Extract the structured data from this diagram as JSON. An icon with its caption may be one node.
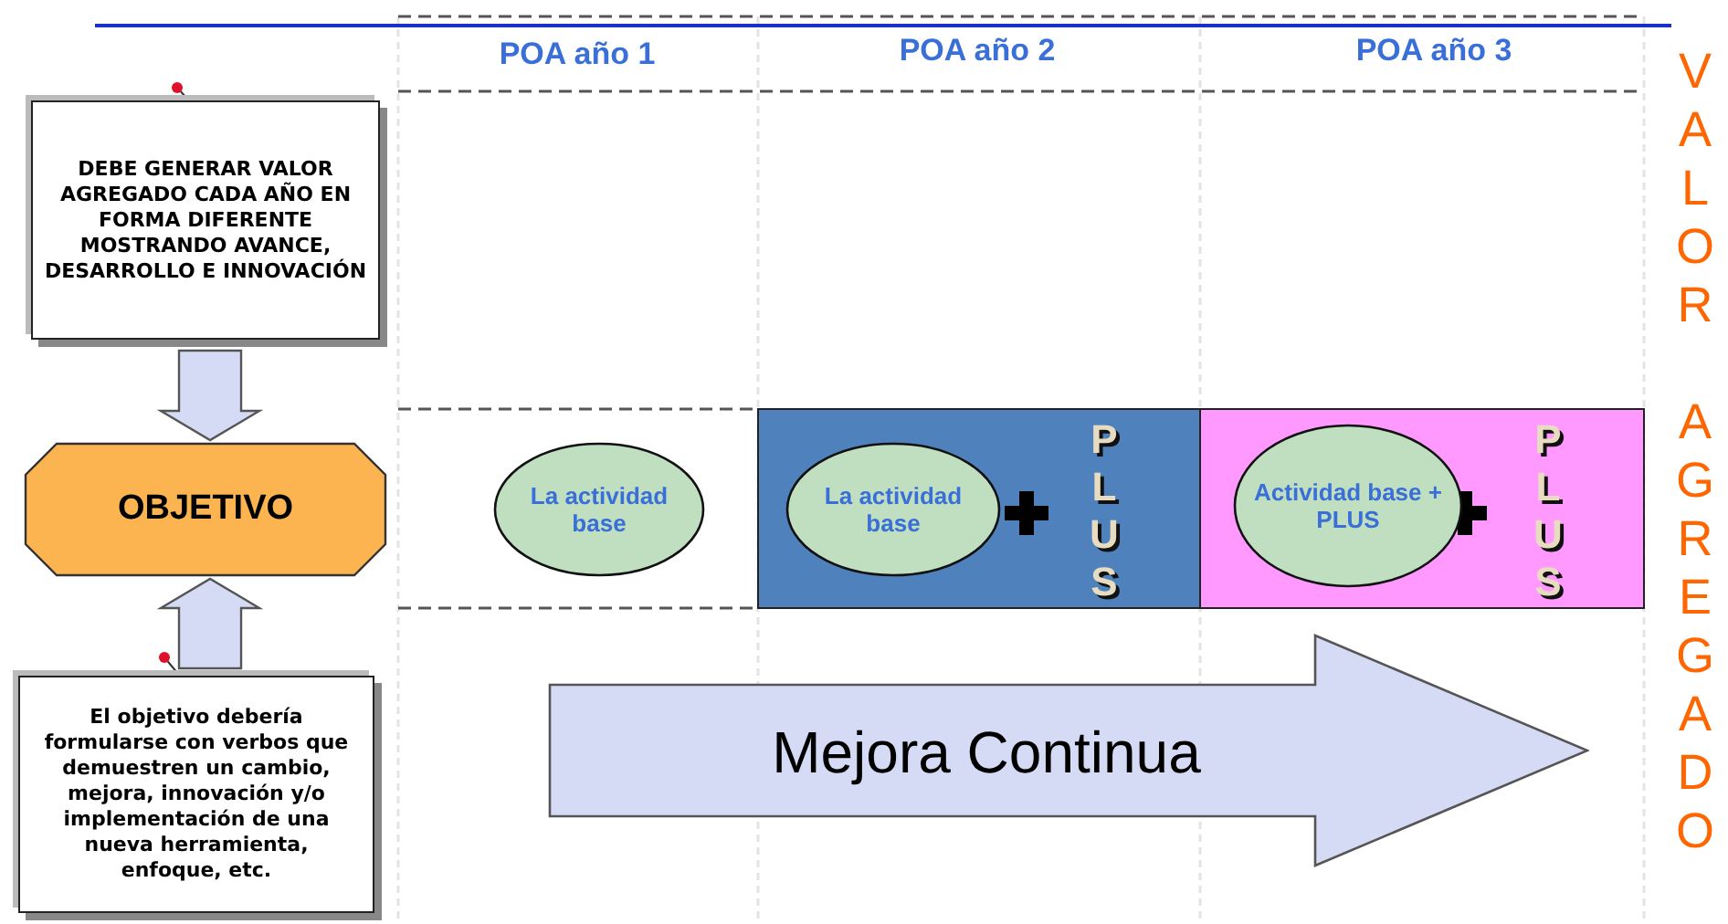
{
  "diagram": {
    "nodes": [
      {
        "text": [
          "DEBE GENERAR VALOR AGREGADO CADA AÑO EN FORMA DIFERENTE MOSTRANDO AVANCE, DESARROLLO E INNOVACIÓN"
        ]
      },
      {
        "text": [
          "OBJETIVO"
        ]
      },
      {
        "text": [
          "El objetivo debería formularse con verbos que demuestren un cambio, mejora, innovación y/o implementación de una nueva herramienta, enfoque, etc."
        ]
      },
      {
        "text": [
          "La actividad base"
        ]
      },
      {
        "text": [
          "La actividad base"
        ]
      },
      {
        "text": [
          "Actividad base + PLUS"
        ]
      },
      {
        "text": [
          "Mejora Continua"
        ]
      }
    ],
    "edges": [
      {
        "from": 0,
        "to": 1,
        "arrow": "to"
      },
      {
        "from": 2,
        "to": 1,
        "arrow": "to"
      }
    ],
    "labels": [
      "POA año 1",
      "POA año 2",
      "POA año 3",
      "VALOR AGREGADO",
      "PLUS",
      "PLUS"
    ]
  }
}
